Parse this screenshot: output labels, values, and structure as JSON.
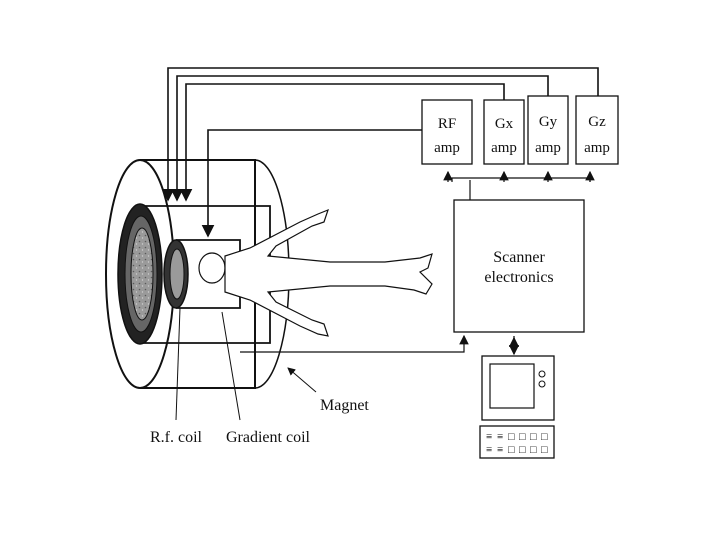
{
  "labels": {
    "rf_amp_line1": "RF",
    "rf_amp_line2": "amp",
    "gx_amp_line1": "Gx",
    "gx_amp_line2": "amp",
    "gy_amp_line1": "Gy",
    "gy_amp_line2": "amp",
    "gz_amp_line1": "Gz",
    "gz_amp_line2": "amp",
    "scanner_line1": "Scanner",
    "scanner_line2": "electronics",
    "magnet": "Magnet",
    "rf_coil": "R.f. coil",
    "gradient_coil": "Gradient coil"
  },
  "keyboard_keys": [
    "≡",
    "≡",
    "□",
    "□",
    "□",
    "□",
    "≡",
    "≡",
    "□",
    "□",
    "□",
    "□"
  ]
}
